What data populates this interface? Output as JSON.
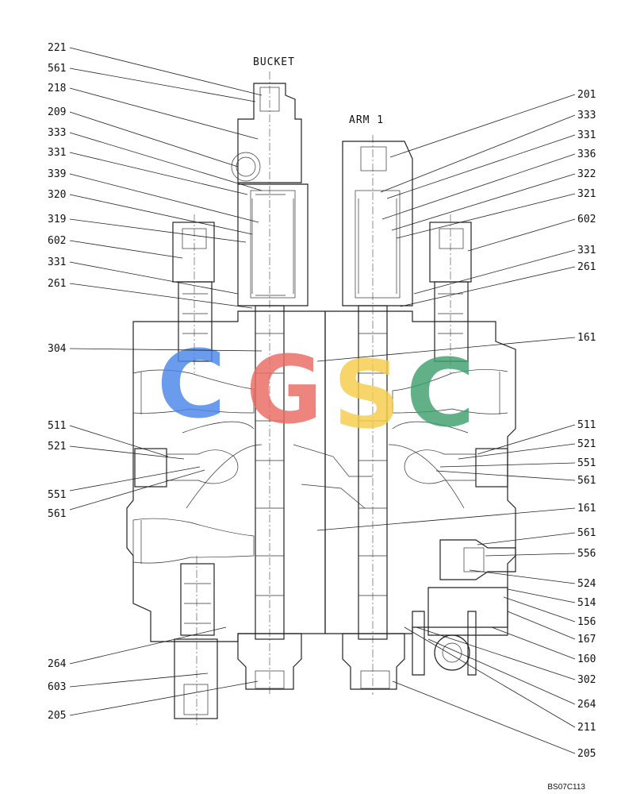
{
  "titles": {
    "bucket": "BUCKET",
    "arm": "ARM 1"
  },
  "left_labels": [
    "221",
    "561",
    "218",
    "209",
    "333",
    "331",
    "339",
    "320",
    "319",
    "602",
    "331",
    "261",
    "304",
    "511",
    "521",
    "551",
    "561",
    "264",
    "603",
    "205"
  ],
  "right_labels": [
    "201",
    "333",
    "331",
    "336",
    "322",
    "321",
    "602",
    "331",
    "261",
    "161",
    "511",
    "521",
    "551",
    "561",
    "161",
    "561",
    "556",
    "524",
    "514",
    "156",
    "167",
    "160",
    "302",
    "264",
    "211",
    "205"
  ],
  "watermark": {
    "letters": [
      "C",
      "G",
      "S",
      "C"
    ],
    "colors": [
      "#4a86e8",
      "#ea6b62",
      "#f6cd4a",
      "#3f9f6e"
    ]
  },
  "figure_ref": "BS07C113"
}
